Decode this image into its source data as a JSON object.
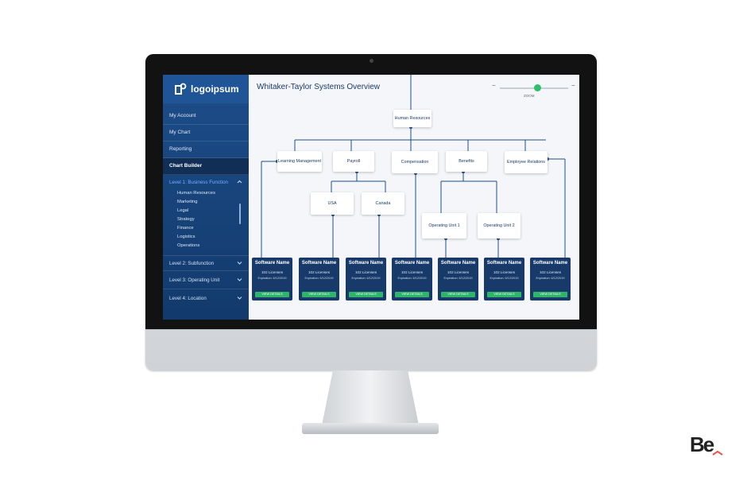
{
  "brand": {
    "logo_text": "logoipsum"
  },
  "sidebar": {
    "items": [
      {
        "label": "My Account"
      },
      {
        "label": "My Chart"
      },
      {
        "label": "Reporting"
      },
      {
        "label": "Chart Builder"
      }
    ],
    "levels": [
      {
        "label": "Level 1: Business Function",
        "expanded": true,
        "sub_items": [
          "Human Resources",
          "Marketing",
          "Legal",
          "Strategy",
          "Finance",
          "Logistics",
          "Operations"
        ]
      },
      {
        "label": "Level 2: Subfunction"
      },
      {
        "label": "Level 3: Operating Unit"
      },
      {
        "label": "Level 4: Location"
      }
    ]
  },
  "main": {
    "title": "Whitaker-Taylor Systems Overview",
    "zoom": {
      "minus": "−",
      "plus": "−",
      "label": "ZOOM",
      "level": 0.55
    },
    "root": "Human Resources",
    "level1": [
      "Learning Management",
      "Payroll",
      "Compensation",
      "Benefits",
      "Employee Relations"
    ],
    "level2_payroll": [
      "USA",
      "Canada"
    ],
    "level2_benefits": [
      "Operating Unit 1",
      "Operating Unit 2"
    ],
    "cards": [
      {
        "name": "Software Name",
        "licenses": "102 Licenses",
        "expiration": "Expiration: 6/12/2019",
        "button": "VIEW DETAILS"
      },
      {
        "name": "Software Name",
        "licenses": "102 Licenses",
        "expiration": "Expiration: 6/12/2019",
        "button": "VIEW DETAILS"
      },
      {
        "name": "Software Name",
        "licenses": "102 Licenses",
        "expiration": "Expiration: 6/12/2019",
        "button": "VIEW DETAILS"
      },
      {
        "name": "Software Name",
        "licenses": "102 Licenses",
        "expiration": "Expiration: 6/12/2019",
        "button": "VIEW DETAILS"
      },
      {
        "name": "Software Name",
        "licenses": "102 Licenses",
        "expiration": "Expiration: 6/12/2019",
        "button": "VIEW DETAILS"
      },
      {
        "name": "Software Name",
        "licenses": "102 Licenses",
        "expiration": "Expiration: 6/12/2019",
        "button": "VIEW DETAILS"
      },
      {
        "name": "Software Name",
        "licenses": "102 Licenses",
        "expiration": "Expiration: 6/12/2019",
        "button": "VIEW DETAILS"
      }
    ]
  },
  "watermark": {
    "b": "B",
    "e": "e"
  },
  "colors": {
    "sidebar": "#1d4d8a",
    "card": "#173a6b",
    "accent_green": "#2fb56a",
    "connector": "#1f4f8a"
  }
}
